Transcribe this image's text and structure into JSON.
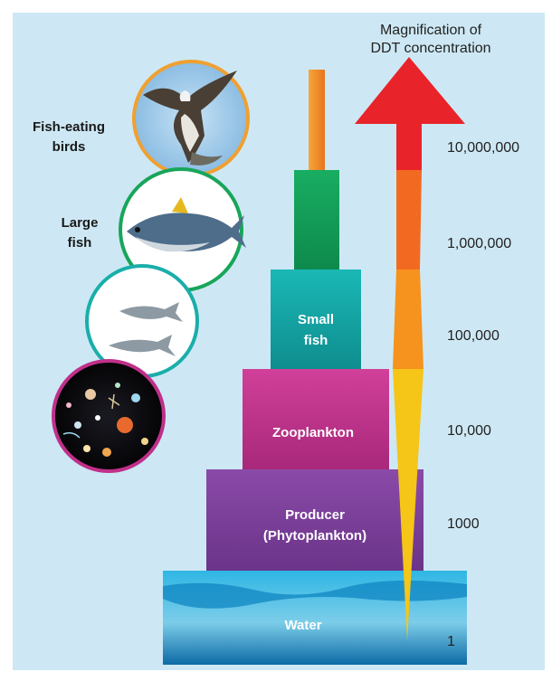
{
  "header": {
    "line1": "Magnification of",
    "line2": "DDT concentration"
  },
  "tiers": [
    {
      "id": "water",
      "label": "Water",
      "color_top": "#2bb3e0",
      "color_bottom": "#0e6fa8"
    },
    {
      "id": "producer",
      "label_line1": "Producer",
      "label_line2": "(Phytoplankton)",
      "color": "#7b3f9a"
    },
    {
      "id": "zooplankton",
      "label": "Zooplankton",
      "color": "#c0308a"
    },
    {
      "id": "small_fish",
      "label_line1": "Small",
      "label_line2": "fish",
      "color": "#14a6a6"
    },
    {
      "id": "large_fish",
      "color": "#14a157"
    },
    {
      "id": "birds",
      "color": "#f08a24"
    }
  ],
  "side_labels": {
    "birds_line1": "Fish-eating",
    "birds_line2": "birds",
    "large_fish_line1": "Large",
    "large_fish_line2": "fish"
  },
  "concentrations": [
    "10,000,000",
    "1,000,000",
    "100,000",
    "10,000",
    "1000",
    "1"
  ],
  "colors": {
    "background": "#cde8f4",
    "arrow_red": "#e8242a",
    "arrow_orange": "#f26a21",
    "arrow_yellow": "#f5c518",
    "bird_circle": "#f0a030",
    "large_fish_circle": "#19a55a",
    "small_fish_circle": "#1aaeaa",
    "plankton_circle": "#c0308a"
  }
}
